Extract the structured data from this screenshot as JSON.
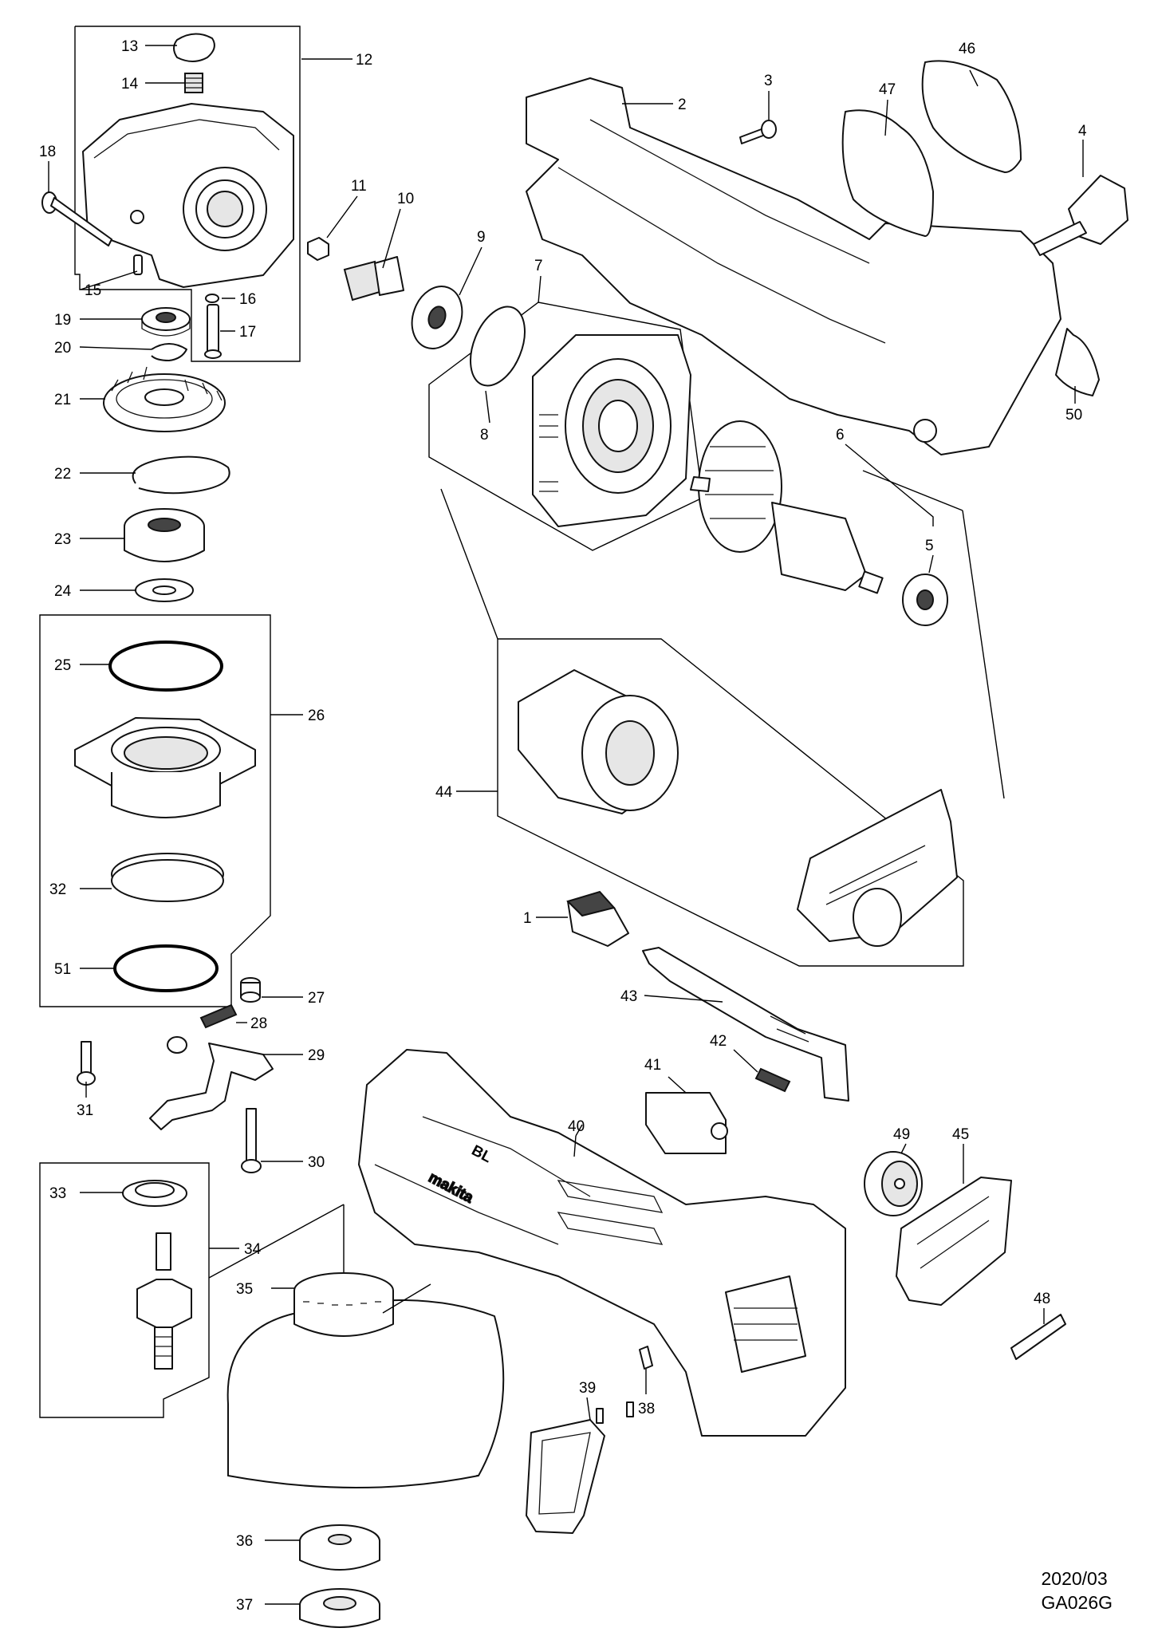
{
  "callouts": [
    {
      "id": "1",
      "text": "1"
    },
    {
      "id": "2",
      "text": "2"
    },
    {
      "id": "3",
      "text": "3"
    },
    {
      "id": "4",
      "text": "4"
    },
    {
      "id": "5",
      "text": "5"
    },
    {
      "id": "6",
      "text": "6"
    },
    {
      "id": "7",
      "text": "7"
    },
    {
      "id": "8",
      "text": "8"
    },
    {
      "id": "9",
      "text": "9"
    },
    {
      "id": "10",
      "text": "10"
    },
    {
      "id": "11",
      "text": "11"
    },
    {
      "id": "12",
      "text": "12"
    },
    {
      "id": "13",
      "text": "13"
    },
    {
      "id": "14",
      "text": "14"
    },
    {
      "id": "15",
      "text": "15"
    },
    {
      "id": "16",
      "text": "16"
    },
    {
      "id": "17",
      "text": "17"
    },
    {
      "id": "18",
      "text": "18"
    },
    {
      "id": "19",
      "text": "19"
    },
    {
      "id": "20",
      "text": "20"
    },
    {
      "id": "21",
      "text": "21"
    },
    {
      "id": "22",
      "text": "22"
    },
    {
      "id": "23",
      "text": "23"
    },
    {
      "id": "24",
      "text": "24"
    },
    {
      "id": "25",
      "text": "25"
    },
    {
      "id": "26",
      "text": "26"
    },
    {
      "id": "27",
      "text": "27"
    },
    {
      "id": "28",
      "text": "28"
    },
    {
      "id": "29",
      "text": "29"
    },
    {
      "id": "30",
      "text": "30"
    },
    {
      "id": "31",
      "text": "31"
    },
    {
      "id": "32",
      "text": "32"
    },
    {
      "id": "33",
      "text": "33"
    },
    {
      "id": "34",
      "text": "34"
    },
    {
      "id": "35",
      "text": "35"
    },
    {
      "id": "36",
      "text": "36"
    },
    {
      "id": "37",
      "text": "37"
    },
    {
      "id": "38",
      "text": "38"
    },
    {
      "id": "39",
      "text": "39"
    },
    {
      "id": "40",
      "text": "40"
    },
    {
      "id": "41",
      "text": "41"
    },
    {
      "id": "42",
      "text": "42"
    },
    {
      "id": "43",
      "text": "43"
    },
    {
      "id": "44",
      "text": "44"
    },
    {
      "id": "45",
      "text": "45"
    },
    {
      "id": "46",
      "text": "46"
    },
    {
      "id": "47",
      "text": "47"
    },
    {
      "id": "48",
      "text": "48"
    },
    {
      "id": "49",
      "text": "49"
    },
    {
      "id": "50",
      "text": "50"
    },
    {
      "id": "51",
      "text": "51"
    }
  ],
  "housing_brand": "makita",
  "housing_badge": "BL",
  "footer": {
    "date": "2020/03",
    "model": "GA026G"
  }
}
